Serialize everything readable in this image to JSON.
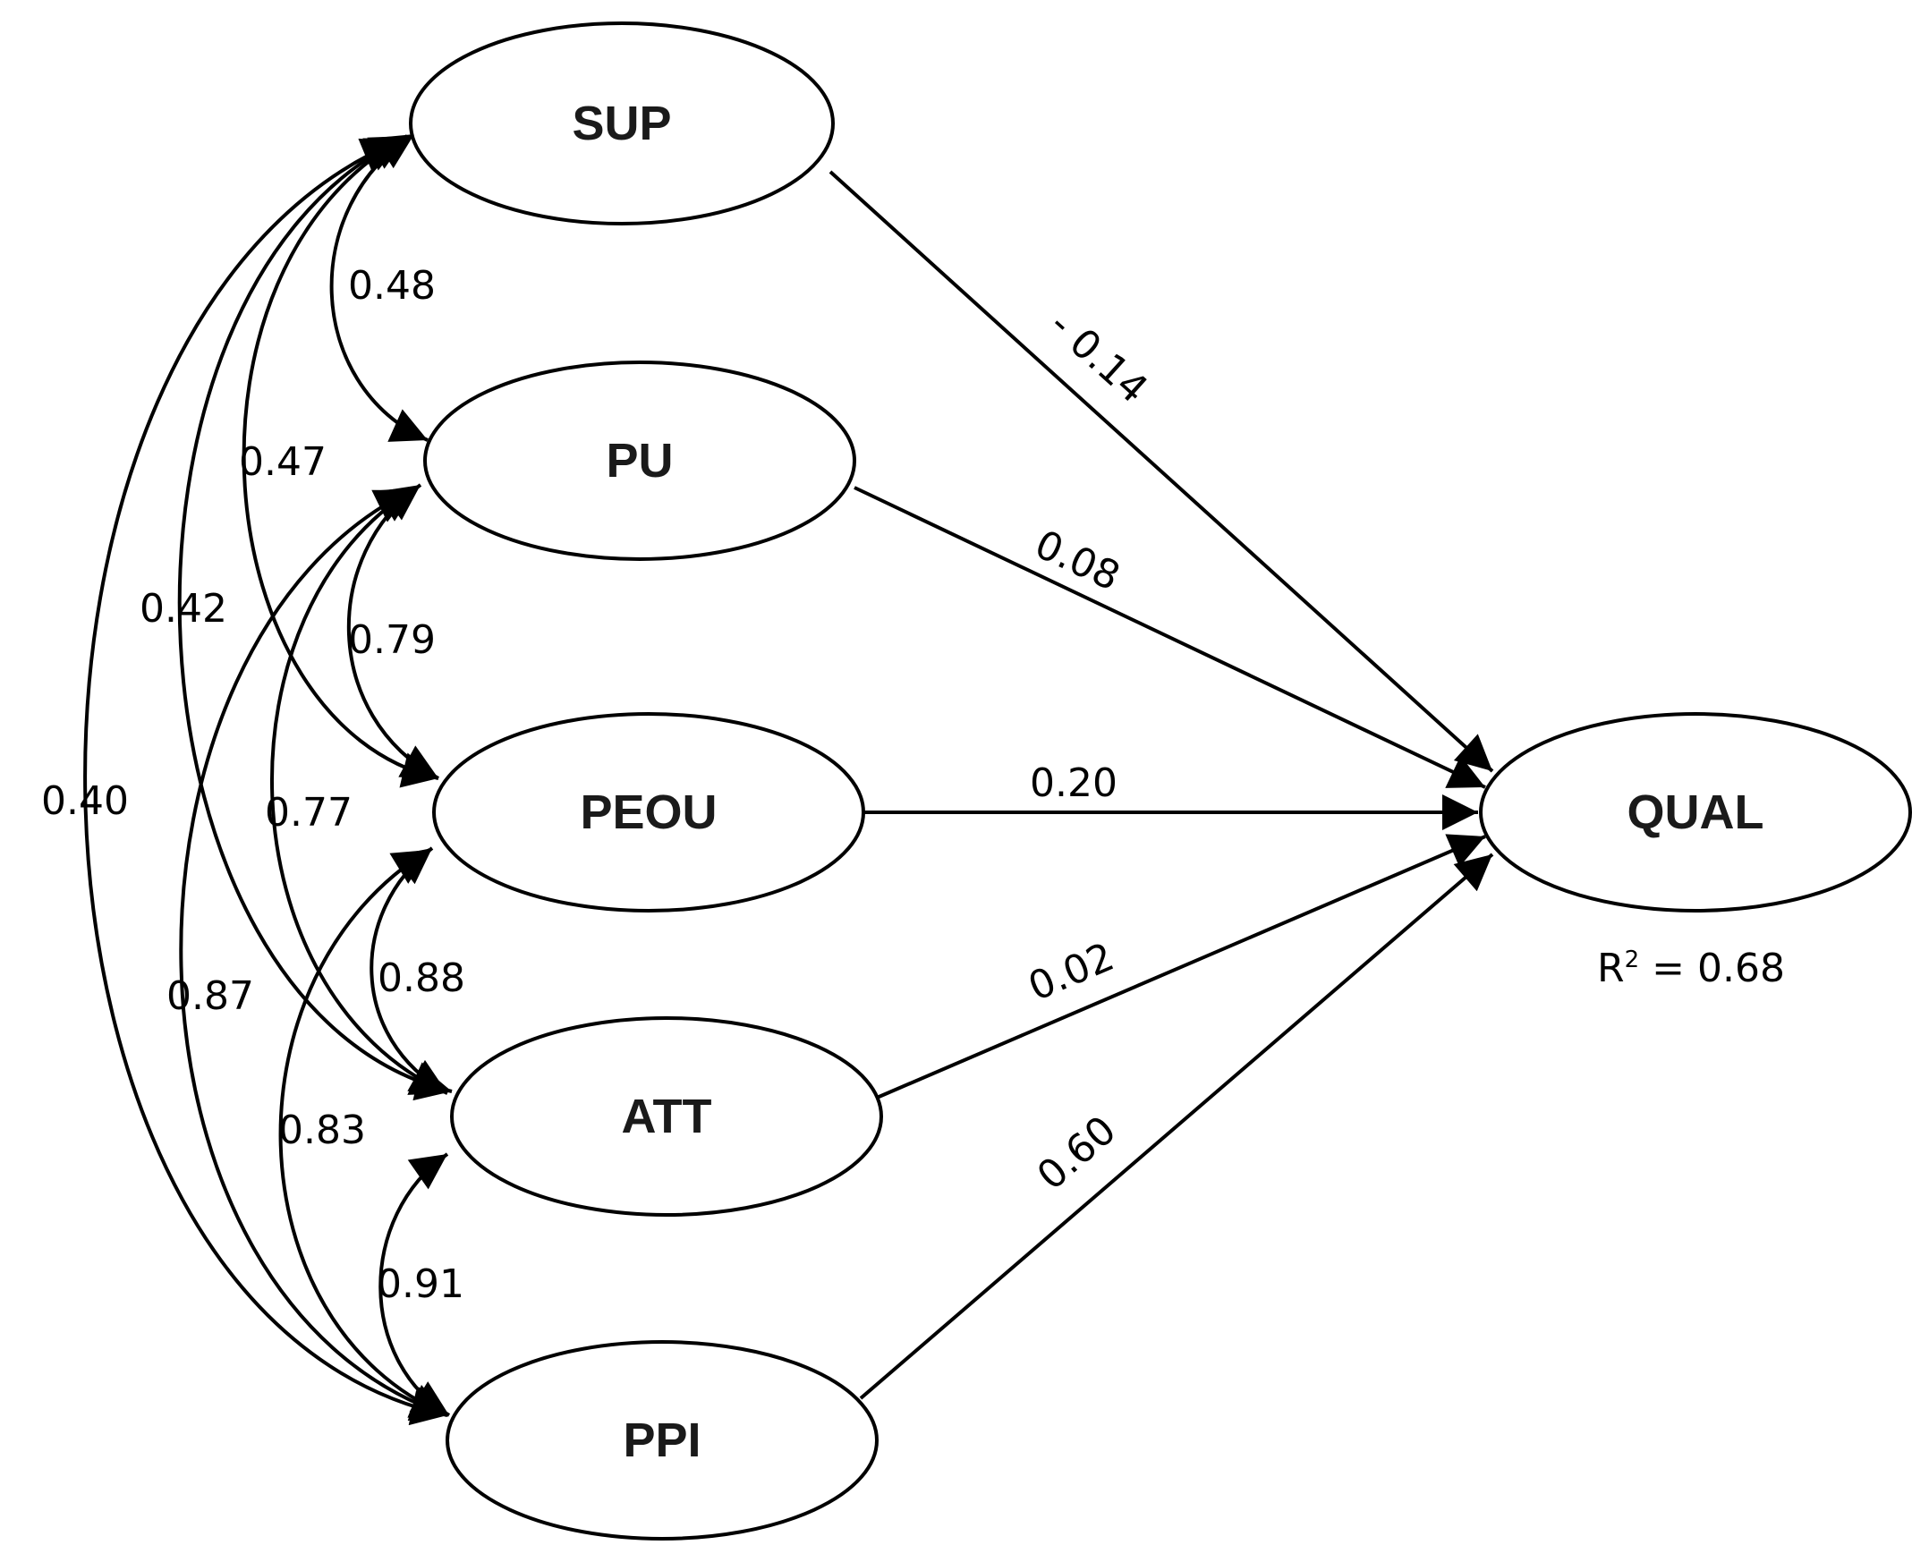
{
  "nodes": {
    "sup": "SUP",
    "pu": "PU",
    "peou": "PEOU",
    "att": "ATT",
    "ppi": "PPI",
    "qual": "QUAL"
  },
  "correlations": {
    "sup_pu": "0.48",
    "sup_peou": "0.47",
    "sup_att": "0.42",
    "sup_ppi": "0.40",
    "pu_peou": "0.79",
    "pu_att": "0.77",
    "pu_ppi": "0.87",
    "peou_att": "0.88",
    "peou_ppi": "0.83",
    "att_ppi": "0.91"
  },
  "paths": {
    "sup_qual": "- 0.14",
    "pu_qual": "0.08",
    "peou_qual": "0.20",
    "att_qual": "0.02",
    "ppi_qual": "0.60"
  },
  "r_squared": {
    "prefix": "R",
    "superscript": "2",
    "suffix": " = 0.68"
  }
}
